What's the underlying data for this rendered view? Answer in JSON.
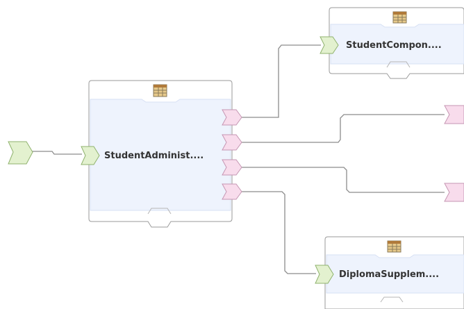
{
  "colors": {
    "component_fill": "#eef3fd",
    "component_border": "#9a9a9a",
    "input_port_fill": "#e3f1cf",
    "input_port_border": "#8fb26d",
    "output_port_fill": "#f8dcec",
    "output_port_border": "#c596b3",
    "wire": "#8c8c8c",
    "table_icon": "#e7c98a"
  },
  "components": [
    {
      "id": "student-admin",
      "label": "StudentAdminist....",
      "icon": "table-icon"
    },
    {
      "id": "student-compon",
      "label": "StudentCompon....",
      "icon": "table-icon"
    },
    {
      "id": "diploma-supplem",
      "label": "DiplomaSupplem....",
      "icon": "table-icon"
    }
  ],
  "ports": {
    "external_input": "input-port-icon",
    "student_admin_outputs": 4,
    "right_edge_targets": 2
  }
}
